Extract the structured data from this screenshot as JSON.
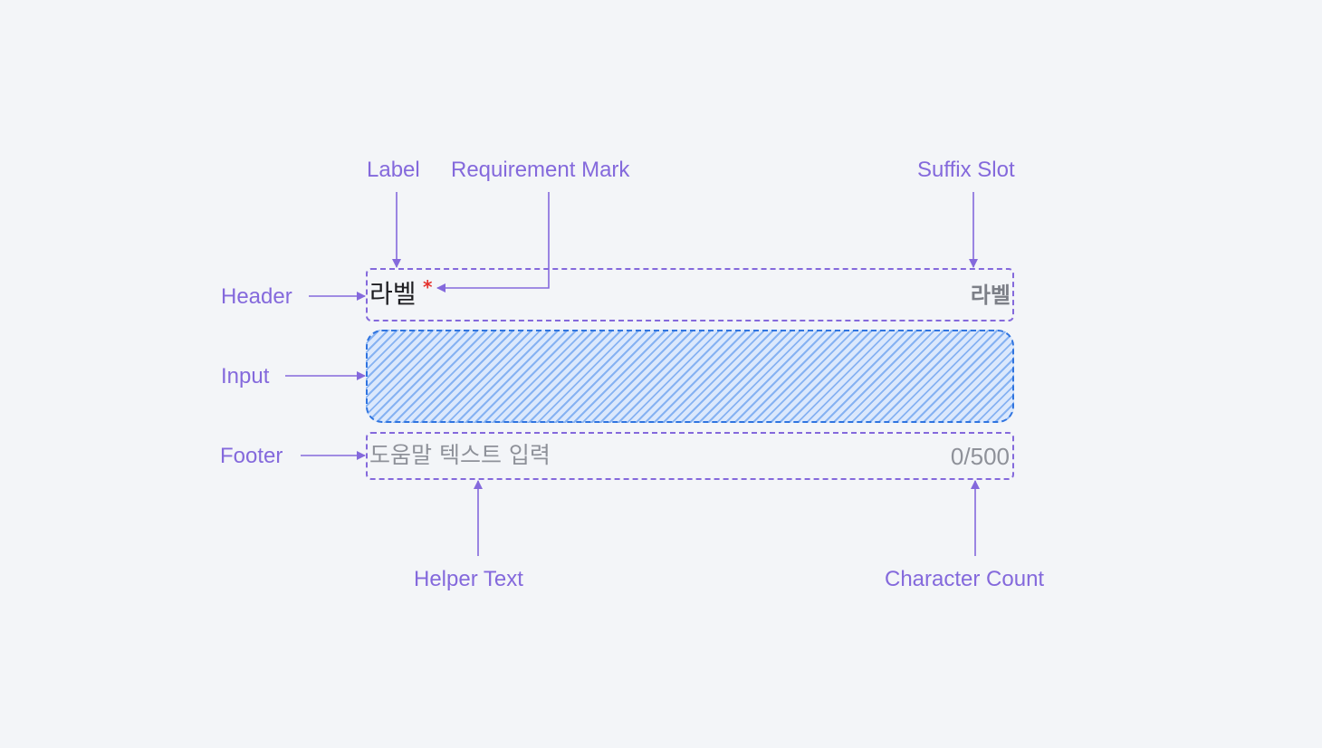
{
  "annotations": {
    "label": "Label",
    "requirement_mark": "Requirement Mark",
    "suffix_slot": "Suffix Slot",
    "header": "Header",
    "input": "Input",
    "footer": "Footer",
    "helper_text": "Helper Text",
    "character_count": "Character Count"
  },
  "field": {
    "label": "라벨",
    "required_mark": "*",
    "suffix": "라벨",
    "helper_text": "도움말 텍스트 입력",
    "char_count": "0/500"
  },
  "colors": {
    "annotation": "#8469dc",
    "input_border": "#2f74e0",
    "input_hatch": "#86b2f2",
    "required": "#e5322d",
    "background": "#f3f5f8"
  }
}
